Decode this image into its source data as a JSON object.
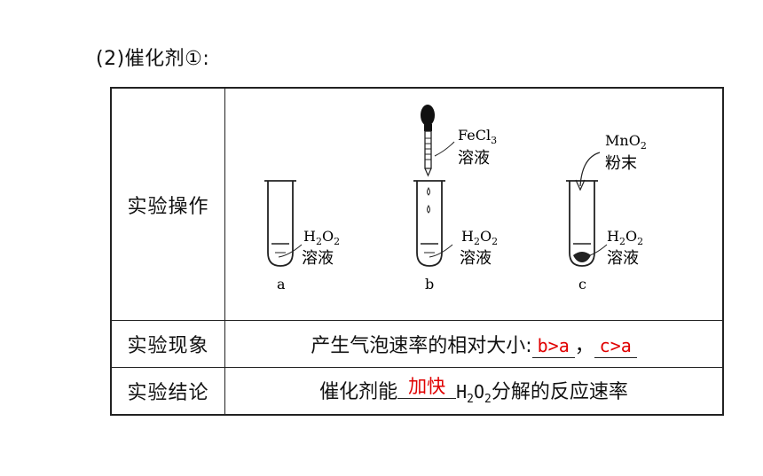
{
  "heading": "(2)催化剂①:",
  "rows": {
    "operation": {
      "label": "实验操作"
    },
    "observation": {
      "label": "实验现象",
      "prefix": "产生气泡速率的相对大小:",
      "answer1": "b>a",
      "sep": "，",
      "answer2": "c>a"
    },
    "conclusion": {
      "label": "实验结论",
      "prefix": "催化剂能",
      "answer": "加快",
      "formula_h": "H",
      "formula_h_sub": "2",
      "formula_o": "O",
      "formula_o_sub": "2",
      "suffix": "分解的反应速率"
    }
  },
  "diagram": {
    "tube_a": {
      "letter": "a",
      "label1": "H",
      "label1_sub1": "2",
      "label1_mid": "O",
      "label1_sub2": "2",
      "label2": "溶液"
    },
    "tube_b": {
      "letter": "b",
      "label1": "H",
      "label1_sub1": "2",
      "label1_mid": "O",
      "label1_sub2": "2",
      "label2": "溶液",
      "reagent1": "FeCl",
      "reagent1_sub": "3",
      "reagent2": "溶液"
    },
    "tube_c": {
      "letter": "c",
      "label1": "H",
      "label1_sub1": "2",
      "label1_mid": "O",
      "label1_sub2": "2",
      "label2": "溶液",
      "reagent1": "MnO",
      "reagent1_sub": "2",
      "reagent2": "粉末"
    }
  },
  "colors": {
    "answer": "#e00000",
    "border": "#222222"
  }
}
